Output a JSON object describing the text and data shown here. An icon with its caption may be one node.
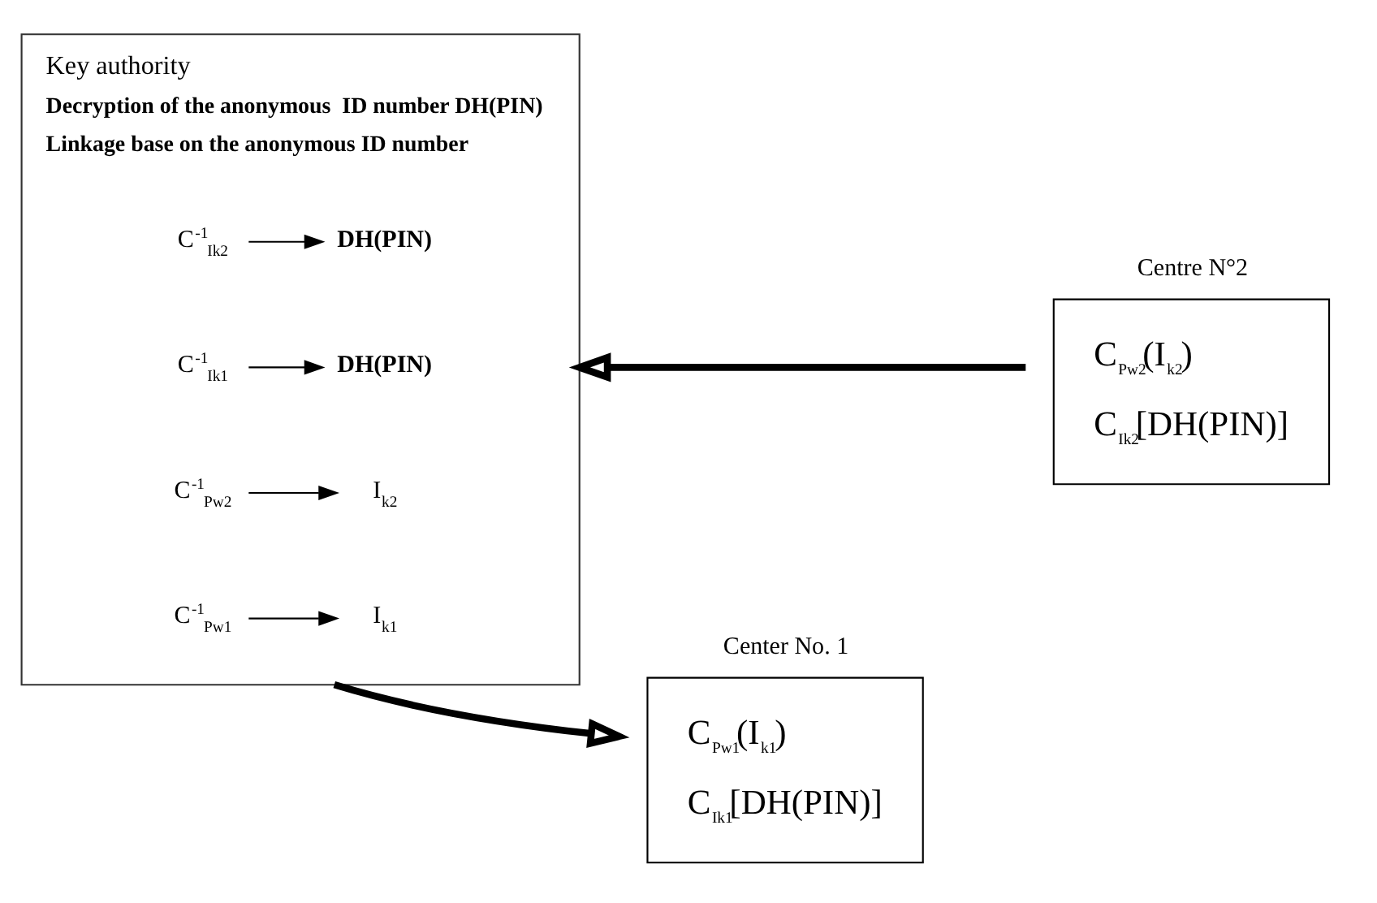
{
  "diagram": {
    "nodes": [
      {
        "text": [
          "Key authority",
          "Decryption of the anonymous  ID number DH(PIN)",
          "Linkage base on the anonymous ID number"
        ]
      },
      {
        "text": [
          "C$^{-1}$$_{Pw1}$"
        ],
        "in": 0
      },
      {
        "text": [
          "I$_{k1}$"
        ],
        "in": 0
      },
      {
        "text": [
          "C$^{-1}$$_{Pw2}$"
        ],
        "in": 0
      },
      {
        "text": [
          "I$_{k2}$"
        ],
        "in": 0
      },
      {
        "text": [
          "C$^{-1}$$_{Ik1}$"
        ],
        "in": 0
      },
      {
        "text": [
          "DH(PIN)"
        ],
        "in": 0
      },
      {
        "text": [
          "C$^{-1}$$_{Ik2}$"
        ],
        "in": 0
      },
      {
        "text": [
          "DH(PIN)"
        ],
        "in": 0
      },
      {
        "text": [
          "Center No. 1",
          "C$_{Pw1}$(I$_{k1}$)",
          "C$_{Ik1}$[DH(PIN)]"
        ]
      },
      {
        "text": [
          "Centre N°2",
          "C$_{Pw2}$(I$_{k2}$)",
          "C$_{Ik2}$[DH(PIN)]"
        ]
      }
    ],
    "edges": [
      {
        "from": 1,
        "to": 2,
        "arrow": "to"
      },
      {
        "from": 3,
        "to": 4,
        "arrow": "to"
      },
      {
        "from": 5,
        "to": 6,
        "arrow": "to"
      },
      {
        "from": 7,
        "to": 8,
        "arrow": "to"
      },
      {
        "from": 0,
        "to": 9,
        "arrow": "to",
        "style": "thick"
      },
      {
        "from": 10,
        "to": 0,
        "arrow": "to",
        "style": "thick"
      }
    ]
  }
}
